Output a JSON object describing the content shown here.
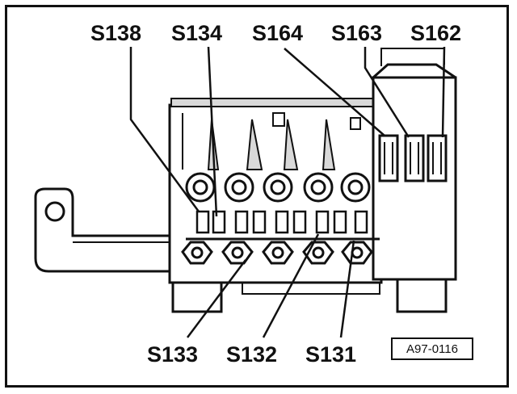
{
  "diagram": {
    "top_labels": [
      "S138",
      "S134",
      "S164",
      "S163",
      "S162"
    ],
    "bottom_labels": [
      "S133",
      "S132",
      "S131"
    ],
    "reference_code": "A97-0116"
  },
  "colors": {
    "ink": "#111111",
    "background": "#ffffff",
    "shade": "#d9d9d9"
  },
  "icons": {
    "cable-lug": "ring-terminal-icon",
    "fuse-strip": "fuse-strip-icon",
    "fuse": "fuse-icon"
  }
}
